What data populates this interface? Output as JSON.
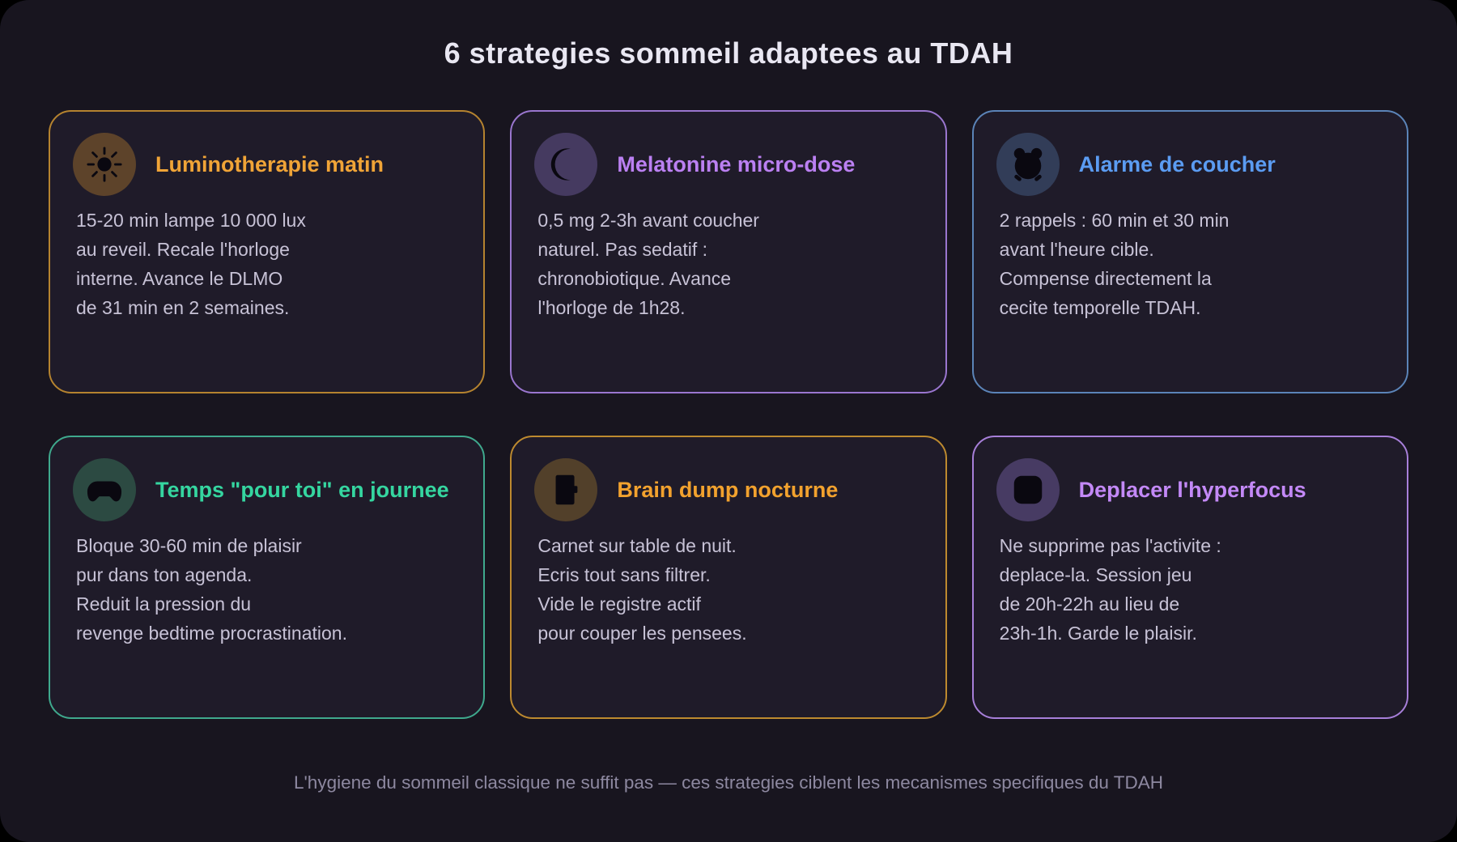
{
  "page": {
    "title": "6 strategies sommeil adaptees au TDAH",
    "footer": "L'hygiene du sommeil classique ne suffit pas — ces strategies ciblent les mecanismes specifiques du TDAH",
    "colors": {
      "outer_bg": "#000000",
      "page_bg": "#18151f",
      "card_bg": "#1f1b29",
      "title_text": "#e9e7f2",
      "body_text": "#c7c2d6",
      "footer_text": "#8d88a0"
    }
  },
  "cards": [
    {
      "title": "Luminotherapie matin",
      "body": "15-20 min lampe 10 000 lux\nau reveil. Recale l'horloge\ninterne. Avance le DLMO\nde 31 min en 2 semaines.",
      "icon": "sun",
      "accent": "#f0a437",
      "border": "#b5832f",
      "icon_bg": "#5d432a"
    },
    {
      "title": "Melatonine micro-dose",
      "body": "0,5 mg 2-3h avant coucher\nnaturel. Pas sedatif :\nchronobiotique. Avance\nl'horloge de 1h28.",
      "icon": "crescent-moon",
      "accent": "#bb80f2",
      "border": "#9a76cf",
      "icon_bg": "#453a60"
    },
    {
      "title": "Alarme de coucher",
      "body": "2 rappels : 60 min et 30 min\navant l'heure cible.\nCompense directement la\ncecite temporelle TDAH.",
      "icon": "alarm-clock",
      "accent": "#5b9cf2",
      "border": "#5b84b8",
      "icon_bg": "#323d58"
    },
    {
      "title": "Temps \"pour toi\" en journee",
      "body": "Bloque 30-60 min de plaisir\npur dans ton agenda.\nReduit la pression du\nrevenge bedtime procrastination.",
      "icon": "gamepad",
      "accent": "#35d6a0",
      "border": "#3fa98d",
      "icon_bg": "#2c4a42"
    },
    {
      "title": "Brain dump nocturne",
      "body": "Carnet sur table de nuit.\nEcris tout sans filtrer.\nVide le registre actif\npour couper les pensees.",
      "icon": "notebook",
      "accent": "#f2a22e",
      "border": "#bd8a2f",
      "icon_bg": "#52402a"
    },
    {
      "title": "Deplacer l'hyperfocus",
      "body": "Ne supprime pas l'activite :\ndeplace-la. Session jeu\nde 20h-22h au lieu de\n23h-1h. Garde le plaisir.",
      "icon": "rounded-square",
      "accent": "#c389f7",
      "border": "#a77fd9",
      "icon_bg": "#473b63"
    }
  ]
}
